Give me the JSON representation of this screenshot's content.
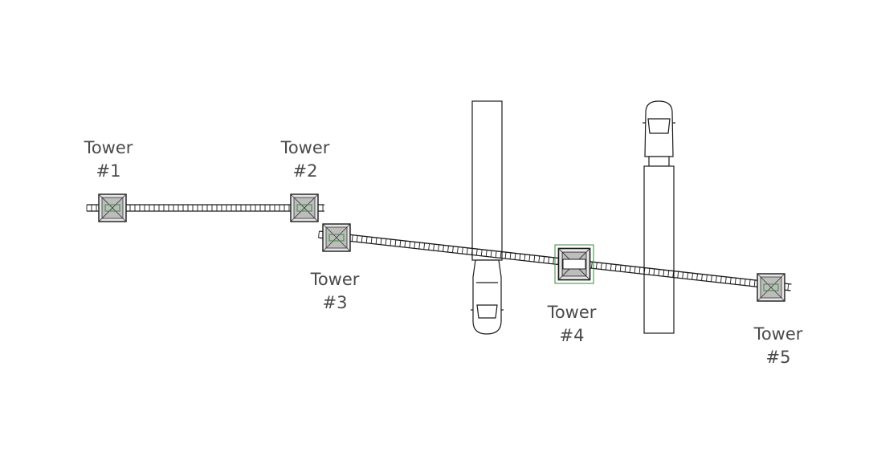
{
  "towers": [
    {
      "word": "Tower",
      "number": "#1"
    },
    {
      "word": "Tower",
      "number": "#2"
    },
    {
      "word": "Tower",
      "number": "#3"
    },
    {
      "word": "Tower",
      "number": "#4"
    },
    {
      "word": "Tower",
      "number": "#5"
    }
  ],
  "colors": {
    "line": "#1a1a1a",
    "label": "#4a4a4a",
    "tower_fill": "#bdbdbd",
    "accent_green": "#3a8a3a",
    "background": "#ffffff"
  }
}
